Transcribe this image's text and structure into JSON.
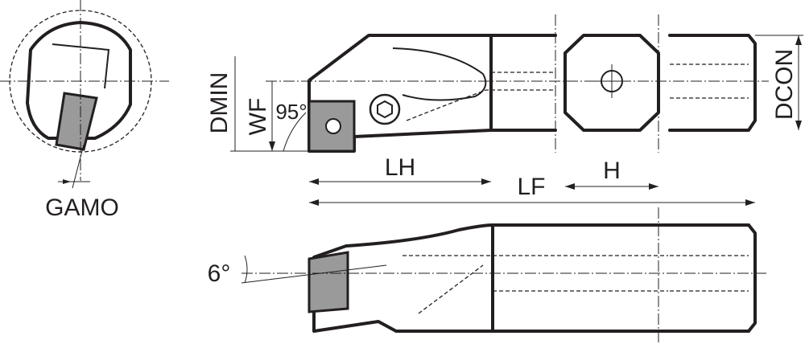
{
  "labels": {
    "gamo": "GAMO",
    "dmin": "DMIN",
    "wf": "WF",
    "angle_95": "95°",
    "lh": "LH",
    "lf": "LF",
    "h": "H",
    "dcon": "DCON",
    "angle_6": "6°"
  },
  "colors": {
    "line": "#231f20",
    "insert_fill": "#9a9a9a",
    "background": "#ffffff"
  }
}
